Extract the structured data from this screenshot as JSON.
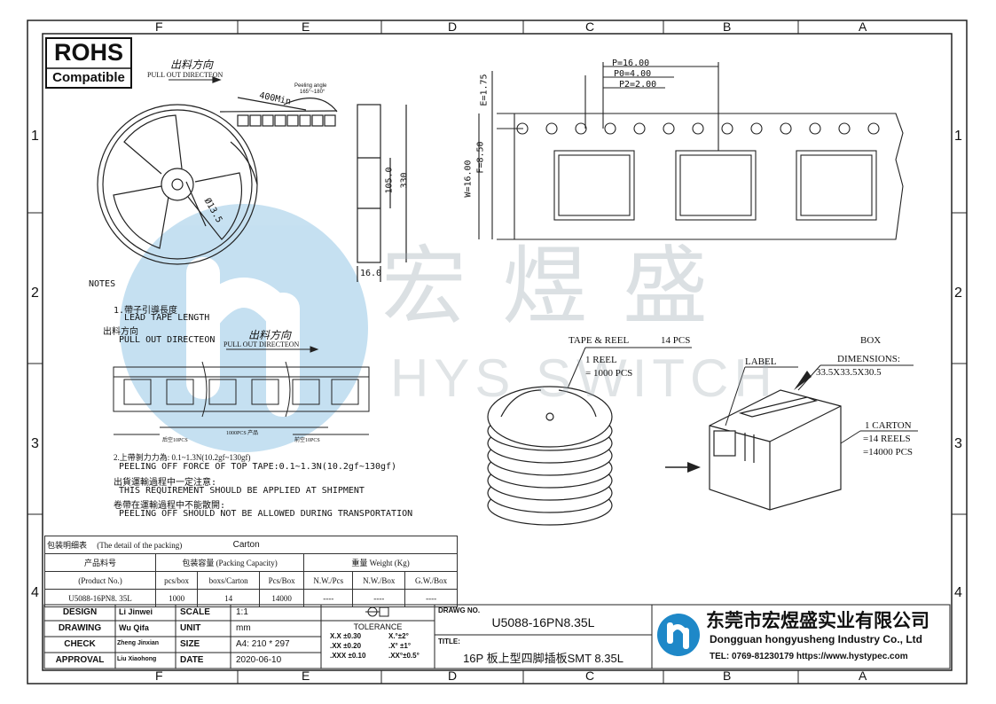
{
  "zones": {
    "columns": [
      "F",
      "E",
      "D",
      "C",
      "B",
      "A"
    ],
    "rows": [
      "1",
      "2",
      "3",
      "4"
    ]
  },
  "rohs": {
    "title": "ROHS",
    "subtitle": "Compatible"
  },
  "reel_view": {
    "pull_cn": "出料方向",
    "pull_en": "PULL OUT DIRECTEON",
    "peeling_angle": "Peeling angle",
    "peeling_range": "165°~180°",
    "length": "400Min",
    "hub_dia": "Ø13.5",
    "dim_105": "105.0",
    "dim_330": "330",
    "dim_16": "16.0"
  },
  "tape_view": {
    "p": "P=16.00",
    "p0": "P0=4.00",
    "p2": "P2=2.00",
    "e": "E=1.75",
    "f": "F=8.50",
    "w": "W=16.00"
  },
  "watermark": {
    "cn": "宏煜盛",
    "en": "HYS SWITCH"
  },
  "notes": {
    "title": "NOTES",
    "n1_cn": "1.帶子引導長度",
    "n1_en": "LEAD TAPE LENGTH",
    "n1_pull_cn": "出料方向",
    "n1_pull_en": "PULL OUT DIRECTEON",
    "strip_pull_cn": "出料方向",
    "strip_pull_en": "PULL OUT DIRECTEON",
    "strip_left": "后空10PCS",
    "strip_mid": "1000PCS  产品",
    "strip_right": "前空10PCS",
    "n2_cn": "2.上帶剝力力為:  0.1~1.3N(10.2gf~130gf)",
    "n2_en": "PEELING OFF FORCE OF TOP TAPE:0.1~1.3N(10.2gf~130gf)",
    "n3_cn": "出貨運輸過程中一定注意:",
    "n3_en": "THIS REQUIREMENT SHOULD BE APPLIED AT SHIPMENT",
    "n4_cn": "卷帶在運輸過程中不能散開:",
    "n4_en": "PEELING OFF SHOULD NOT BE ALLOWED DURING TRANSPORTATION"
  },
  "packing_view": {
    "tape_reel": "TAPE & REEL",
    "pcs14": "14 PCS",
    "reel1": "1 REEL",
    "reel_pcs": "= 1000 PCS",
    "label": "LABEL",
    "box": "BOX",
    "dimensions": "DIMENSIONS:",
    "dims": "33.5X33.5X30.5",
    "carton": "1 CARTON",
    "reels": "=14 REELS",
    "pcs": "=14000 PCS"
  },
  "packing_table": {
    "title_cn": "包装明细表",
    "title_en": "(The detail of the packing)",
    "carton": "Carton",
    "product_cn": "产品料号",
    "product_en": "(Product No.)",
    "capacity": "包装容量   (Packing Capacity)",
    "weight": "重量    Weight (Kg)",
    "cols": [
      "pcs/box",
      "boxs/Carton",
      "Pcs/Box",
      "N.W./Pcs",
      "N.W./Box",
      "G.W./Box"
    ],
    "row": [
      "U5088-16PN8. 35L",
      "1000",
      "14",
      "14000",
      "----",
      "----",
      "----"
    ]
  },
  "title_block": {
    "design_l": "DESIGN",
    "design_v": "Li Jinwei",
    "drawing_l": "DRAWING",
    "drawing_v": "Wu Qifa",
    "check_l": "CHECK",
    "check_v": "Zheng Jinxian",
    "approval_l": "APPROVAL",
    "approval_v": "Liu Xiaohong",
    "scale_l": "SCALE",
    "scale_v": "1:1",
    "unit_l": "UNIT",
    "unit_v": "mm",
    "size_l": "SIZE",
    "size_v": "A4: 210 * 297",
    "date_l": "DATE",
    "date_v": "2020-06-10",
    "tolerance": "TOLERANCE",
    "tol": [
      [
        "X.X ±0.30",
        "X.°±2°"
      ],
      [
        ".XX ±0.20",
        ".X° ±1°"
      ],
      [
        ".XXX ±0.10",
        ".XX°±0.5°"
      ]
    ],
    "drawg_no_l": "DRAWG NO.",
    "drawg_no": "U5088-16PN8.35L",
    "title_l": "TITLE:",
    "title": "16P 板上型四脚插板SMT 8.35L"
  },
  "company": {
    "cn": "东莞市宏煜盛实业有限公司",
    "en": "Dongguan hongyusheng Industry Co., Ltd",
    "contact": "TEL: 0769-81230179  https://www.hystypec.com"
  },
  "colors": {
    "logo_blue": "#1e88c8",
    "line": "#222222",
    "watermark": "#9aa7b0"
  }
}
